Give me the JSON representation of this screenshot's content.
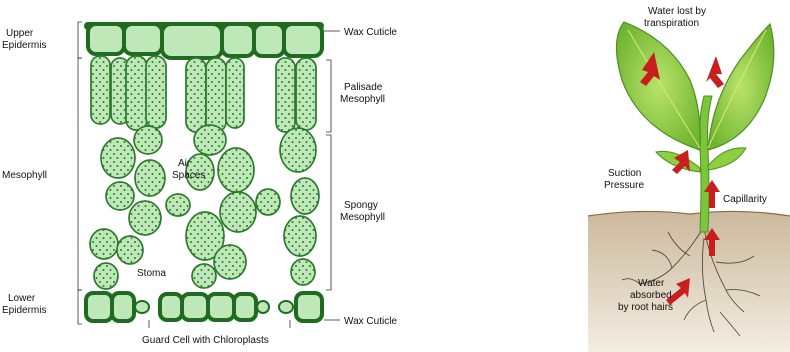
{
  "leaf": {
    "labels": {
      "upper_epidermis_1": "Upper",
      "upper_epidermis_2": "Epidermis",
      "mesophyll": "Mesophyll",
      "lower_epidermis_1": "Lower",
      "lower_epidermis_2": "Epidermis",
      "wax_cuticle_top": "Wax Cuticle",
      "palisade_1": "Palisade",
      "palisade_2": "Mesophyll",
      "spongy_1": "Spongy",
      "spongy_2": "Mesophyll",
      "wax_cuticle_bottom": "Wax Cuticle",
      "air_1": "Air",
      "air_2": "Spaces",
      "stoma": "Stoma",
      "guard_cell": "Guard Cell with Chloroplasts"
    }
  },
  "plant": {
    "labels": {
      "water_lost_1": "Water lost by",
      "water_lost_2": "transpiration",
      "suction_1": "Suction",
      "suction_2": "Pressure",
      "capillarity": "Capillarity",
      "absorbed_1": "Water",
      "absorbed_2": "absorbed",
      "absorbed_3": "by root hairs"
    }
  },
  "colors": {
    "cell_fill": "#bfe8b8",
    "cell_stroke": "#2d7a2d",
    "epidermis_dark": "#1f6b1f",
    "leaf_green": "#8ccf3f",
    "soil": "#d7c8b0",
    "arrow_red": "#c81e1e"
  }
}
